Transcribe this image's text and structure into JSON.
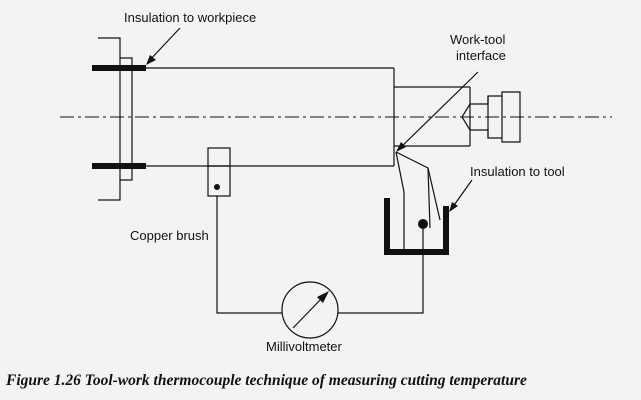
{
  "figure": {
    "labels": {
      "insulation_workpiece": "Insulation to workpiece",
      "work_tool_interface_line1": "Work-tool",
      "work_tool_interface_line2": "interface",
      "insulation_tool": "Insulation to tool",
      "copper_brush": "Copper brush",
      "millivoltmeter": "Millivoltmeter"
    },
    "caption": "Figure 1.26 Tool-work thermocouple technique of measuring cutting temperature"
  },
  "colors": {
    "background": "#f3f3f1",
    "ink": "#111111"
  }
}
